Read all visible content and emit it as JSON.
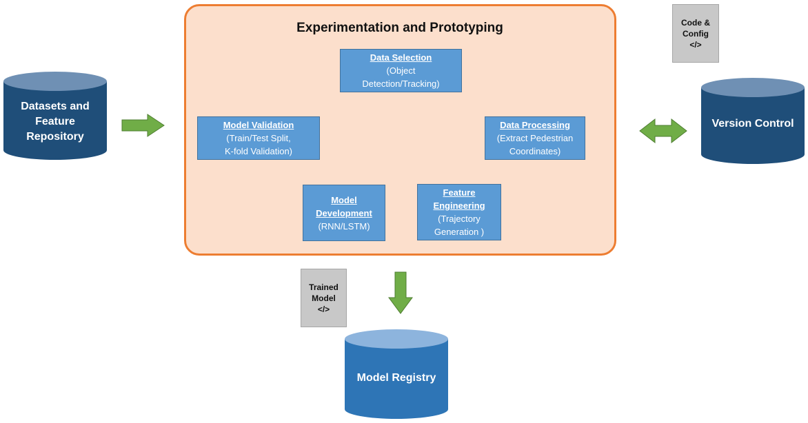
{
  "panel": {
    "title": "Experimentation and Prototyping"
  },
  "steps": {
    "data_selection": {
      "heading": "Data Selection",
      "detail": [
        "(Object",
        "Detection/Tracking)"
      ]
    },
    "data_processing": {
      "heading": "Data Processing",
      "detail": [
        "(Extract Pedestrian",
        "Coordinates)"
      ]
    },
    "feature_engineering": {
      "heading": [
        "Feature",
        "Engineering"
      ],
      "detail": [
        "(Trajectory",
        "Generation )"
      ]
    },
    "model_development": {
      "heading": [
        "Model",
        "Development"
      ],
      "detail": [
        "(RNN/LSTM)"
      ]
    },
    "model_validation": {
      "heading": "Model Validation",
      "detail": [
        "(Train/Test Split,",
        "K-fold Validation)"
      ]
    }
  },
  "stores": {
    "datasets": [
      "Datasets and",
      "Feature",
      "Repository"
    ],
    "version_control": "Version Control",
    "model_registry": "Model Registry"
  },
  "tags": {
    "code_config": [
      "Code &",
      "Config",
      "</>"
    ],
    "trained_model": [
      "Trained",
      "Model",
      "</>"
    ]
  },
  "colors": {
    "panel_fill": "#fcdfcc",
    "panel_border": "#ed7d31",
    "step_fill": "#5b9bd5",
    "cycle_arrow": "#c55a11",
    "flow_arrow": "#70ad47",
    "cylinder": "#1f4e79"
  }
}
